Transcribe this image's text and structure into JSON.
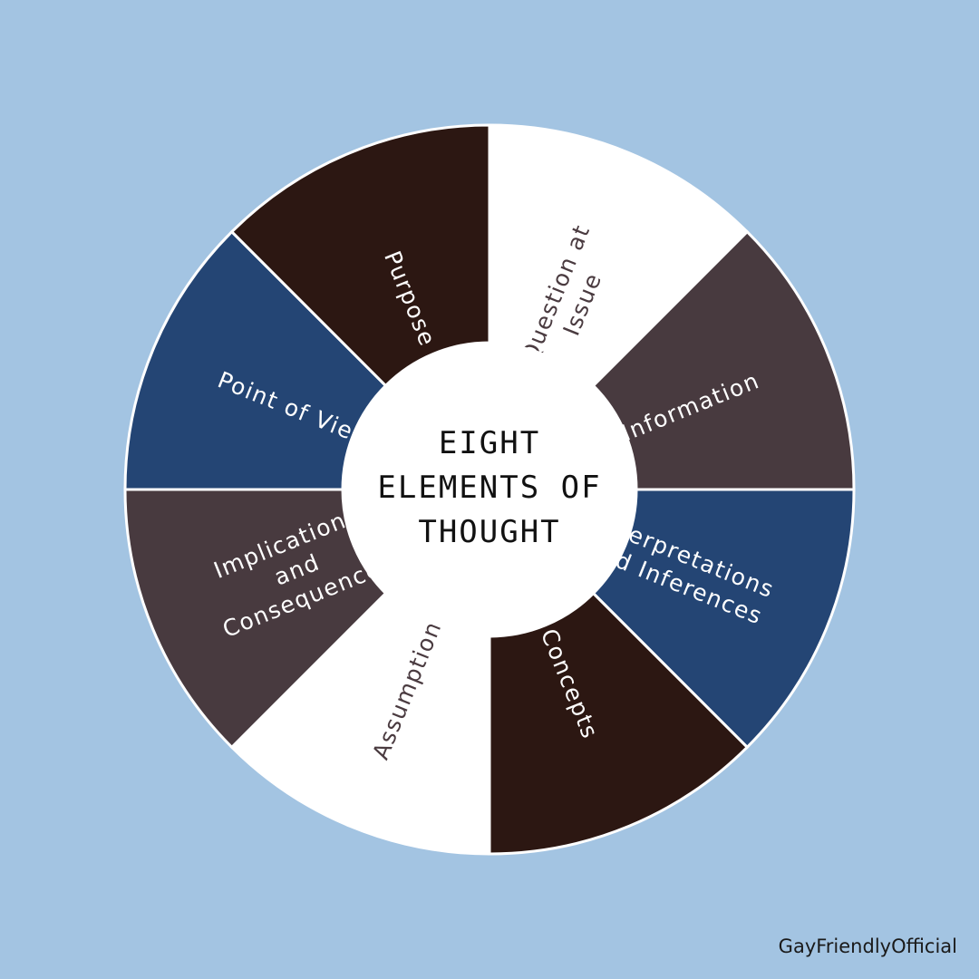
{
  "background": "#a3c4e2",
  "divider_color": "#ffffff",
  "center": {
    "lines": [
      "EIGHT",
      "ELEMENTS OF",
      "THOUGHT"
    ],
    "fill": "#ffffff"
  },
  "segments": [
    {
      "name": "question-at-issue",
      "lines": [
        "Question at",
        "Issue"
      ],
      "fill": "#ffffff",
      "text": "#4a3b40"
    },
    {
      "name": "information",
      "lines": [
        "Information"
      ],
      "fill": "#483a3f",
      "text": "#ffffff"
    },
    {
      "name": "interpretations-and-inferences",
      "lines": [
        "Interpretations",
        "and Inferences"
      ],
      "fill": "#244574",
      "text": "#ffffff"
    },
    {
      "name": "concepts",
      "lines": [
        "Concepts"
      ],
      "fill": "#2c1712",
      "text": "#ffffff"
    },
    {
      "name": "assumptions",
      "lines": [
        "Assumptions"
      ],
      "fill": "#ffffff",
      "text": "#4a3b40"
    },
    {
      "name": "implications-and-consequences",
      "lines": [
        "Implications",
        "and",
        "Consequences"
      ],
      "fill": "#483a3f",
      "text": "#ffffff"
    },
    {
      "name": "point-of-view",
      "lines": [
        "Point of View"
      ],
      "fill": "#244574",
      "text": "#ffffff"
    },
    {
      "name": "purpose",
      "lines": [
        "Purpose"
      ],
      "fill": "#2c1712",
      "text": "#ffffff"
    }
  ],
  "watermark": "GayFriendlyOfficial"
}
